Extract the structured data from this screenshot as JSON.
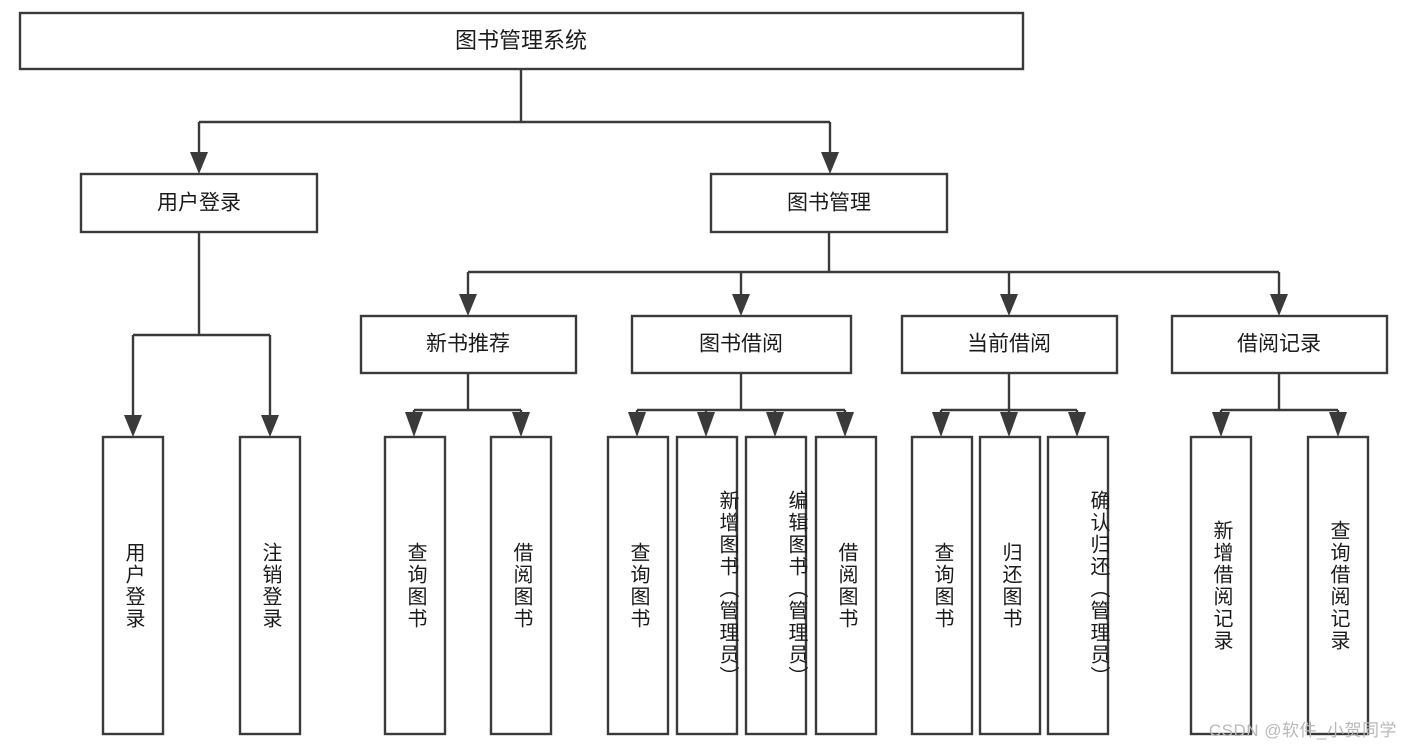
{
  "diagram": {
    "title": "图书管理系统",
    "type": "tree-hierarchy-chart",
    "orientation": "top-down",
    "root": {
      "label": "图书管理系统"
    },
    "level1": [
      {
        "label": "用户登录"
      },
      {
        "label": "图书管理"
      }
    ],
    "level2": [
      {
        "label": "新书推荐"
      },
      {
        "label": "图书借阅"
      },
      {
        "label": "当前借阅"
      },
      {
        "label": "借阅记录"
      }
    ],
    "leaves": {
      "user_login": [
        {
          "label": "用户登录"
        },
        {
          "label": "注销登录"
        }
      ],
      "new_book_recommend": [
        {
          "label": "查询图书"
        },
        {
          "label": "借阅图书"
        }
      ],
      "book_borrow": [
        {
          "label": "查询图书"
        },
        {
          "label": "新增图书（管理员）"
        },
        {
          "label": "编辑图书（管理员）"
        },
        {
          "label": "借阅图书"
        }
      ],
      "current_borrow": [
        {
          "label": "查询图书"
        },
        {
          "label": "归还图书"
        },
        {
          "label": "确认归还（管理员）"
        }
      ],
      "borrow_record": [
        {
          "label": "新增借阅记录"
        },
        {
          "label": "查询借阅记录"
        }
      ]
    }
  },
  "watermark": {
    "text": "CSDN @软件_小贺同学"
  },
  "colors": {
    "stroke": "#3a3a3a",
    "box_fill": "#ffffff",
    "text": "#1b1b1b",
    "background": "#ffffff",
    "watermark": "#b9b9b9"
  }
}
